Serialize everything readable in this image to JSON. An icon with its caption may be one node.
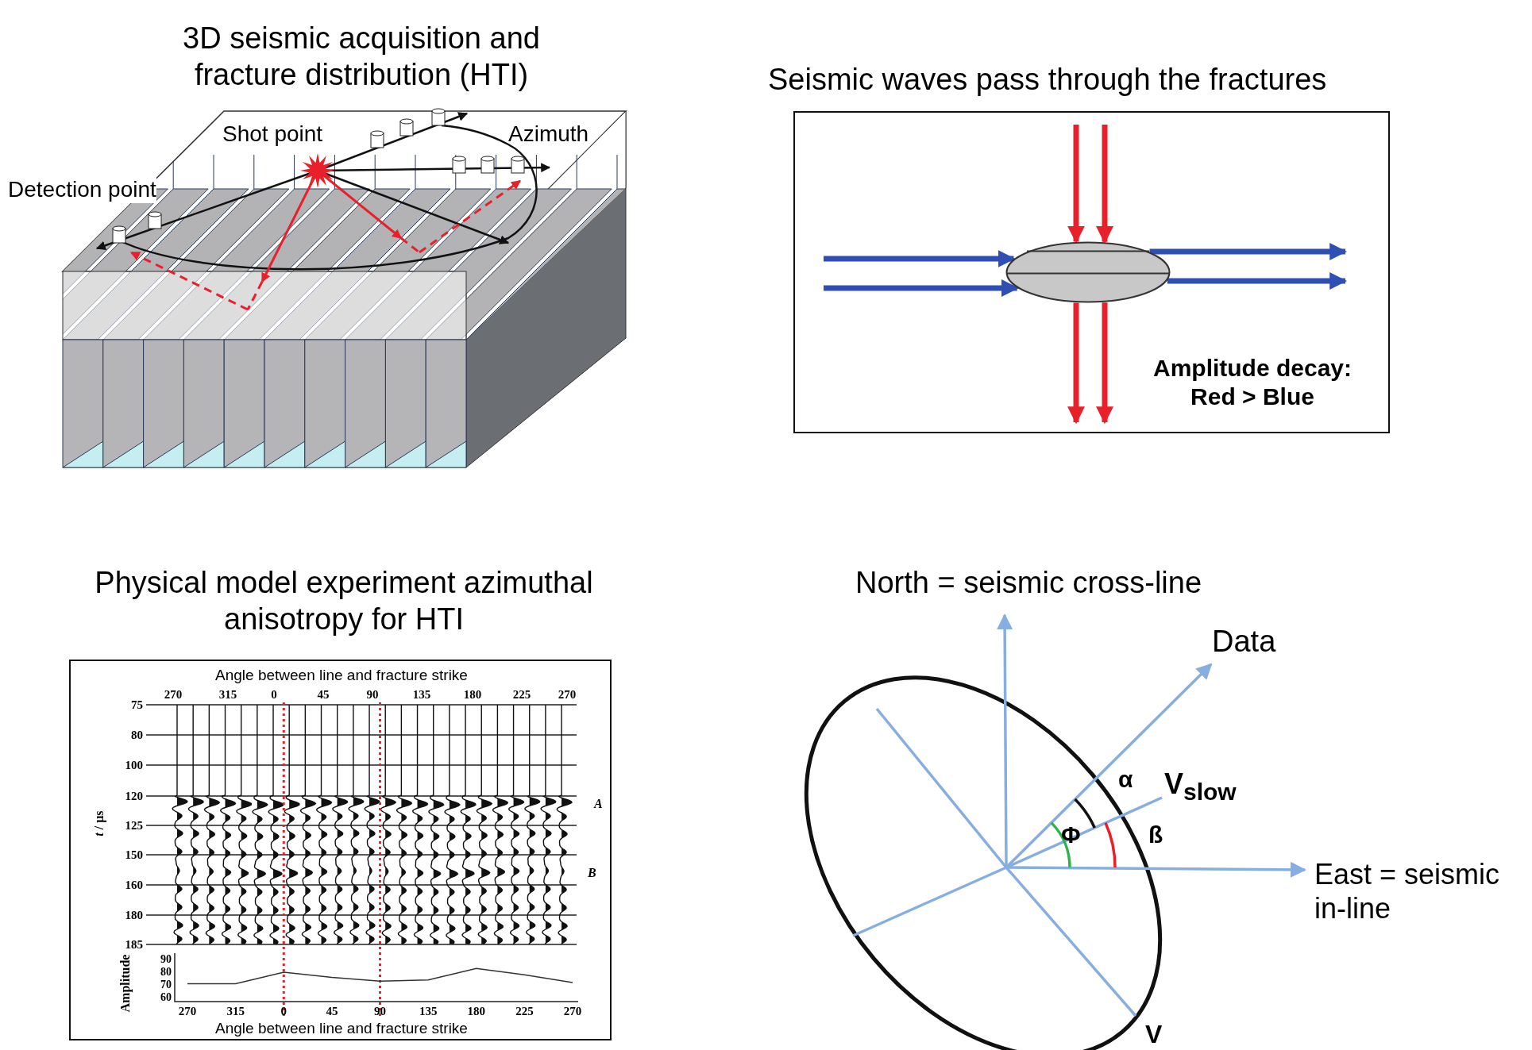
{
  "diagram": {
    "nodes": [
      {
        "text": [
          "Amplitude decay: Red > Blue"
        ]
      },
      {
        "text": [],
        "shape": "ellipse",
        "in": 0
      }
    ],
    "edges": [
      {
        "from": null,
        "to": 1,
        "arrow": "to",
        "color": "#e8202a"
      },
      {
        "from": null,
        "to": 1,
        "arrow": "to",
        "color": "#e8202a"
      },
      {
        "from": null,
        "to": 1,
        "arrow": "to",
        "color": "#2f4fb5"
      },
      {
        "from": null,
        "to": 1,
        "arrow": "to",
        "color": "#2f4fb5"
      },
      {
        "from": 1,
        "to": null,
        "arrow": "to",
        "color": "#e8202a"
      },
      {
        "from": 1,
        "to": null,
        "arrow": "to",
        "color": "#e8202a"
      },
      {
        "from": 1,
        "to": null,
        "arrow": "to",
        "color": "#2f4fb5"
      },
      {
        "from": 1,
        "to": null,
        "arrow": "to",
        "color": "#2f4fb5"
      }
    ],
    "labels": [
      "3D seismic acquisition and fracture distribution (HTI)",
      "Shot point",
      "Azimuth",
      "Detection point",
      "Seismic waves pass through the fractures",
      "Physical model experiment azimuthal anisotropy for HTI",
      "Angle between line and fracture strike",
      "270",
      "315",
      "0",
      "45",
      "90",
      "135",
      "180",
      "225",
      "270",
      "75",
      "80",
      "100",
      "120",
      "125",
      "150",
      "160",
      "180",
      "185",
      "*t* / μs",
      "A",
      "B",
      "North = seismic cross-line",
      "Data",
      "α",
      "V$_{slow}$",
      "Φ",
      "ß",
      "East = seismic in-line",
      "V"
    ],
    "chart_data": {
      "type": "line",
      "xlabel": "Angle between line and fracture strike",
      "ylabel": "Amplitude",
      "categories": [
        "270",
        "315",
        "0",
        "45",
        "90",
        "135",
        "180",
        "225",
        "270"
      ],
      "series": [
        {
          "values": [
            71,
            71,
            80,
            76,
            73,
            74,
            83,
            78,
            72
          ]
        }
      ],
      "ylim": [
        57,
        95
      ],
      "yticks": [
        60,
        70,
        80,
        90
      ]
    }
  }
}
